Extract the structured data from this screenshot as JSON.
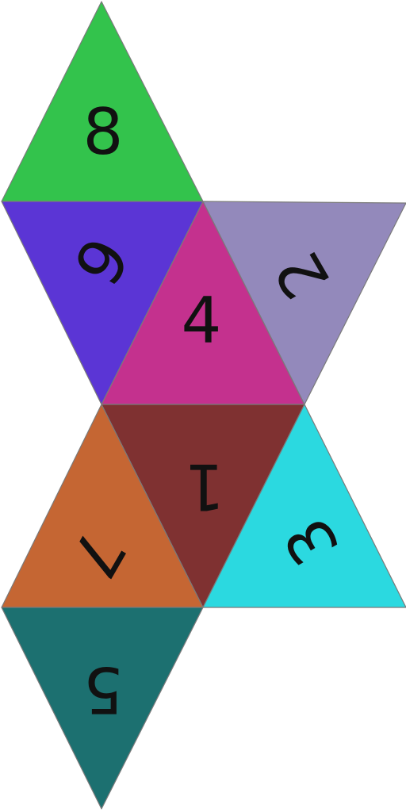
{
  "faces": [
    {
      "id": "f8",
      "label": "8",
      "color": "#33c34c"
    },
    {
      "id": "f6",
      "label": "6",
      "color": "#5b35d5"
    },
    {
      "id": "f4",
      "label": "4",
      "color": "#c4318e"
    },
    {
      "id": "f2",
      "label": "2",
      "color": "#9389bb"
    },
    {
      "id": "f1",
      "label": "1",
      "color": "#7f3131"
    },
    {
      "id": "f7",
      "label": "7",
      "color": "#c56633"
    },
    {
      "id": "f3",
      "label": "3",
      "color": "#2bd9e0"
    },
    {
      "id": "f5",
      "label": "5",
      "color": "#1c7070"
    }
  ]
}
